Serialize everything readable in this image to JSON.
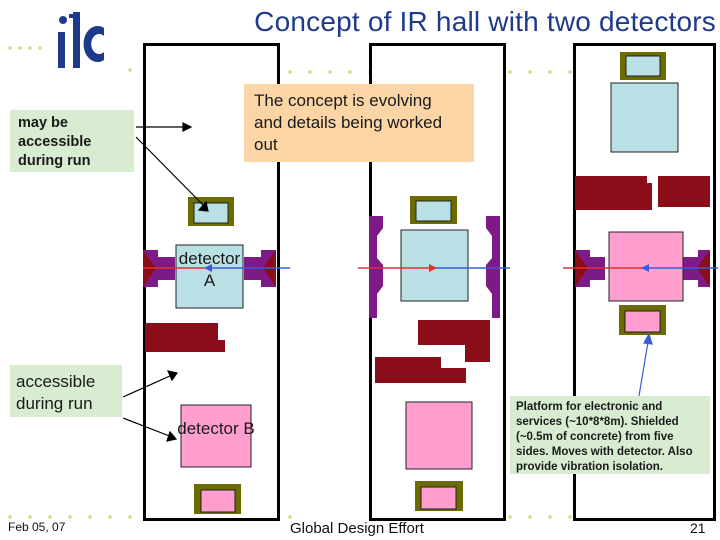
{
  "title": "Concept of IR hall with two detectors",
  "logo_text": "ilc",
  "notes": {
    "may_be_accessible": "may be accessible during run",
    "concept_evolving": "The concept is evolving and details being worked out",
    "accessible_during_run": "accessible during run",
    "platform": "Platform for electronic and services (~10*8*8m). Shielded (~0.5m of concrete) from five sides. Moves with detector. Also provide vibration isolation."
  },
  "detectors": {
    "a_label": "detector A",
    "b_label": "detector B"
  },
  "footer": {
    "date": "Feb 05, 07",
    "center": "Global Design Effort",
    "page": "21"
  },
  "colors": {
    "title": "#1f3a8a",
    "detector_a": "#b9e0e4",
    "detector_b": "#ff9ecf",
    "shield": "#7d1a86",
    "concrete_block": "#8b0d1a",
    "platform_frame": "#6b6b00",
    "beam": "#3b5bdb",
    "beam_red": "#e03131",
    "dots": "#d8d88a",
    "note_green": "#d7ecd0",
    "note_orange": "#fbd5a6"
  }
}
